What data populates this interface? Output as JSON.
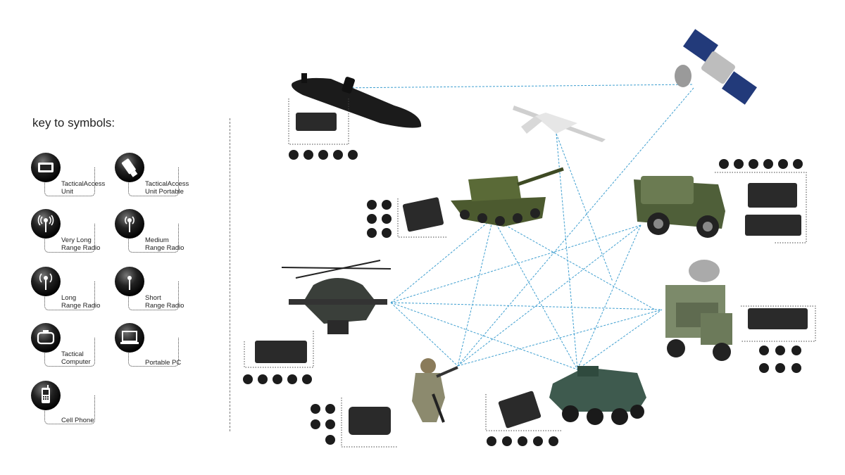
{
  "legend": {
    "title": "key to symbols:",
    "items": [
      {
        "icon": "tactical-access-unit-icon",
        "label": "TacticalAccess\nUnit"
      },
      {
        "icon": "tactical-access-unit-portable-icon",
        "label": "TacticalAccess\nUnit Portable"
      },
      {
        "icon": "very-long-range-radio-icon",
        "label": "Very Long\nRange Radio"
      },
      {
        "icon": "medium-range-radio-icon",
        "label": "Medium\nRange Radio"
      },
      {
        "icon": "long-range-radio-icon",
        "label": "Long\nRange Radio"
      },
      {
        "icon": "short-range-radio-icon",
        "label": "Short\nRange Radio"
      },
      {
        "icon": "tactical-computer-icon",
        "label": "Tactical\nComputer"
      },
      {
        "icon": "portable-pc-icon",
        "label": "Portable PC"
      },
      {
        "icon": "cell-phone-icon",
        "label": "Cell Phone"
      }
    ]
  },
  "nodes": [
    {
      "id": "submarine",
      "icon": "submarine-icon"
    },
    {
      "id": "satellite",
      "icon": "satellite-icon"
    },
    {
      "id": "drone",
      "icon": "drone-icon"
    },
    {
      "id": "tank",
      "icon": "tank-icon"
    },
    {
      "id": "jeep",
      "icon": "jeep-icon"
    },
    {
      "id": "helicopter",
      "icon": "helicopter-icon"
    },
    {
      "id": "command-truck",
      "icon": "command-truck-icon"
    },
    {
      "id": "soldier",
      "icon": "soldier-icon"
    },
    {
      "id": "armored-vehicle",
      "icon": "armored-vehicle-icon"
    }
  ],
  "colors": {
    "link": "#3f9fd0",
    "disc": "#1a1a1a",
    "text": "#222222"
  }
}
